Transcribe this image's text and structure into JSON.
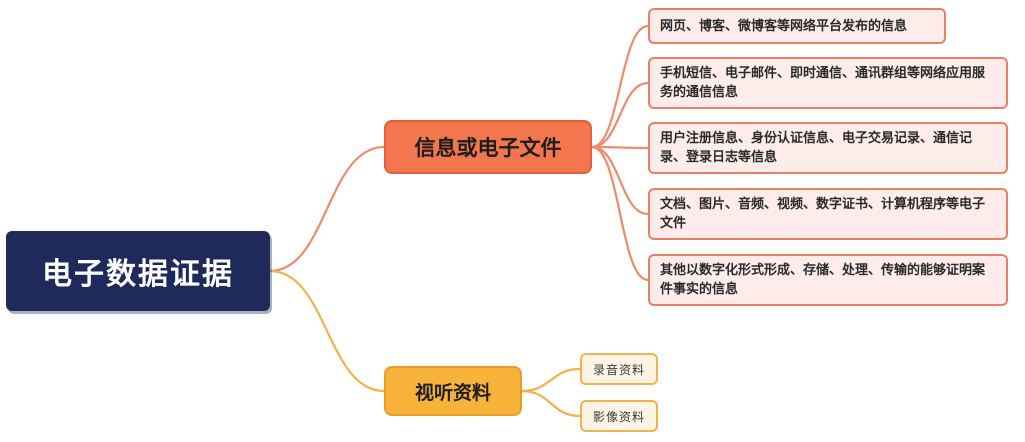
{
  "mindmap": {
    "root": {
      "label": "电子数据证据"
    },
    "branches": [
      {
        "label": "信息或电子文件",
        "children": [
          "网页、博客、微博客等网络平台发布的信息",
          "手机短信、电子邮件、即时通信、通讯群组等网络应用服务的通信信息",
          "用户注册信息、身份认证信息、电子交易记录、通信记录、登录日志等信息",
          "文档、图片、音频、视频、数字证书、计算机程序等电子文件",
          "其他以数字化形式形成、存储、处理、传输的能够证明案件事实的信息"
        ]
      },
      {
        "label": "视听资料",
        "children": [
          "录音资料",
          "影像资料"
        ]
      }
    ]
  },
  "colors": {
    "root_fill": "#1f2a5c",
    "branch1_fill": "#f2764e",
    "branch1_line": "#f08a6c",
    "branch1_leaf_fill": "#fdecea",
    "branch1_leaf_border": "#e88067",
    "branch2_fill": "#f7b23a",
    "branch2_line": "#f3b04c",
    "branch2_leaf_fill": "#fdf4e3",
    "branch2_leaf_border": "#f0b24e"
  }
}
